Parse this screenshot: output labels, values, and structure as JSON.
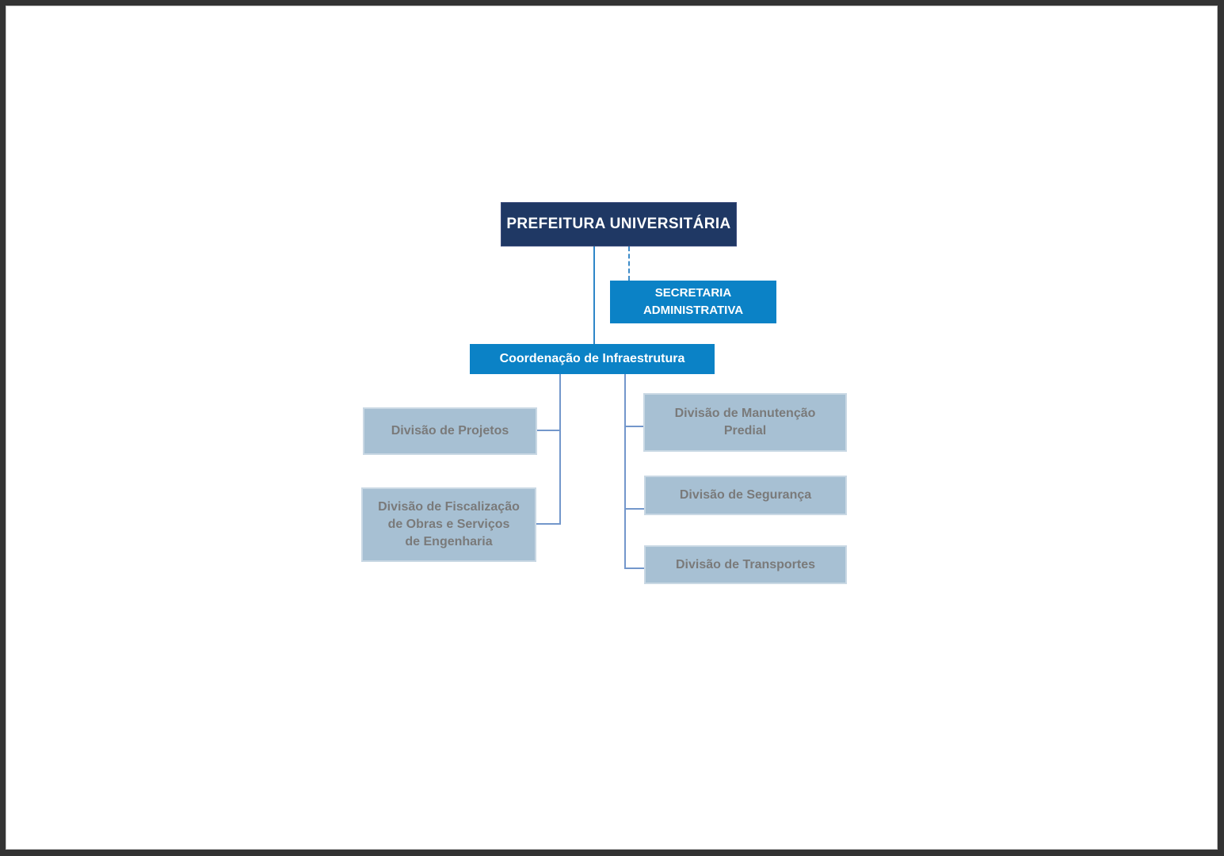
{
  "page": {
    "frame_color": "#333333",
    "canvas_color": "#ffffff"
  },
  "colors": {
    "root_fill": "#1F3864",
    "accent_blue": "#0B82C6",
    "division_fill": "#A7C0D3",
    "division_border": "#C9D8E4",
    "division_text": "#7A7A7A",
    "connector": "#7397CB",
    "trunk_connector": "#2E86C8"
  },
  "org_chart": {
    "root": {
      "label": "PREFEITURA UNIVERSITÁRIA"
    },
    "staff_unit": {
      "label": "SECRETARIA\nADMINISTRATIVA"
    },
    "coordination": {
      "label": "Coordenação de Infraestrutura"
    },
    "divisions_left": [
      {
        "label": "Divisão de Projetos"
      },
      {
        "label": "Divisão de Fiscalização\nde Obras e Serviços\nde Engenharia"
      }
    ],
    "divisions_right": [
      {
        "label": "Divisão de Manutenção\nPredial"
      },
      {
        "label": "Divisão de Segurança"
      },
      {
        "label": "Divisão de  Transportes"
      }
    ]
  }
}
